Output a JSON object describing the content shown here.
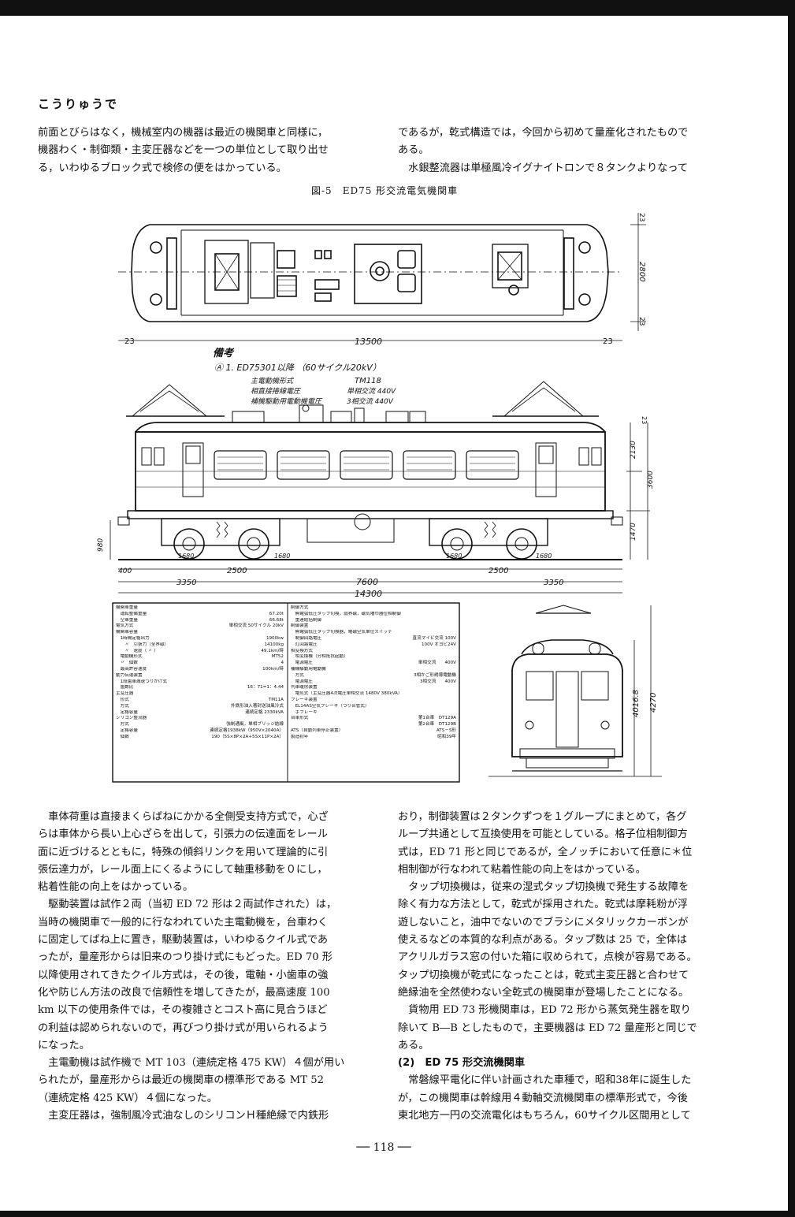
{
  "header": {
    "section": "こうりゅうで"
  },
  "top_left": {
    "lines": [
      "前面とびらはなく，機械室内の機器は最近の機関車と同様に，",
      "機器わく・制御類・主変圧器などを一つの単位として取り出せ",
      "る，いわゆるブロック式で検修の便をはかっている。"
    ]
  },
  "top_right": {
    "lines": [
      "であるが，乾式構造では，今回から初めて量産化されたもので",
      "ある。",
      "　水銀整流器は単極風冷イグナイトロンで８タンクよりなって"
    ]
  },
  "figure": {
    "caption": "図-5　ED75 形交流電気機関車",
    "dims": {
      "top_left": "23",
      "top_center": "13500",
      "top_right": "23",
      "right_top": "23",
      "right_width": "2800",
      "right_bottom": "23",
      "side_left": "980",
      "side_1680a": "1680",
      "side_1680b": "1680",
      "side_1680c": "1680",
      "side_1680d": "1680",
      "side_400": "400",
      "side_2500a": "2500",
      "side_2500b": "2500",
      "side_3350a": "3350",
      "side_3350b": "3350",
      "side_7600": "7600",
      "side_14300": "14300",
      "side_r23": "23",
      "side_2130": "2130",
      "side_3600": "3600",
      "side_1470": "1470",
      "front_4016": "4016.8",
      "front_4270": "4270"
    },
    "notes": {
      "title": "備考",
      "line1": "Ⓐ 1. ED75301以降 （60サイクル20kV）",
      "line2_label": "主電動機形式",
      "line2_value": "TM118",
      "line3_label": "相直接捲線電圧",
      "line3_value": "単相交流 440V",
      "line4_label": "補機駆動用電動機電圧",
      "line4_value": "3相交流 440V"
    }
  },
  "spec_left": [
    {
      "label": "機関車重量",
      "value": ""
    },
    {
      "label": "　運転整備重量",
      "value": "67.20t"
    },
    {
      "label": "　空車重量",
      "value": "66.68t"
    },
    {
      "label": "電気方式",
      "value": "単相交流 50サイクル 20kV"
    },
    {
      "label": "機関車容量",
      "value": ""
    },
    {
      "label": "　1時間定格出力",
      "value": "1900kw"
    },
    {
      "label": "　　〃　引張力（全界磁）",
      "value": "14100kg"
    },
    {
      "label": "　　〃　速度（ 〃 ）",
      "value": "49.1km/時"
    },
    {
      "label": "　電動機形式",
      "value": "MT52"
    },
    {
      "label": "　〃　個数",
      "value": "4"
    },
    {
      "label": "　最高許容速度",
      "value": "100km/時"
    },
    {
      "label": "動力伝達装置",
      "value": ""
    },
    {
      "label": "　1段歯車減速つりかけ式",
      "value": ""
    },
    {
      "label": "　歯数比",
      "value": "16：71=1：4.44"
    },
    {
      "label": "主変圧器",
      "value": ""
    },
    {
      "label": "　形式",
      "value": "TM11A"
    },
    {
      "label": "　方式",
      "value": "外鉄形油入著封送油風冷式"
    },
    {
      "label": "　定格容量",
      "value": "連続定格 2330kVA"
    },
    {
      "label": "シリコン整流器",
      "value": ""
    },
    {
      "label": "　方式",
      "value": "強制通風，単相ブリッジ結線"
    },
    {
      "label": "　定格容量",
      "value": "連続定格1938kW（950V×2040A）"
    },
    {
      "label": "　個数",
      "value": "190（5S×8P×2A+5S×11P×2A）"
    }
  ],
  "spec_right": [
    {
      "label": "制御方式",
      "value": ""
    },
    {
      "label": "　無電弧低圧タップ切換，弱界磁，磁気増巾器位相制御",
      "value": ""
    },
    {
      "label": "　重連総括制御",
      "value": ""
    },
    {
      "label": "制御装置",
      "value": ""
    },
    {
      "label": "　無電弧低圧タップ切換器，電磁空気単位スイッチ",
      "value": ""
    },
    {
      "label": "　制御回路電圧",
      "value": "直流マイビ交流 100V"
    },
    {
      "label": "　灯回路電圧",
      "value": "100V オヨビ24V"
    },
    {
      "label": "相変換方式",
      "value": ""
    },
    {
      "label": "　相変換機（分相抵抗起動）",
      "value": ""
    },
    {
      "label": "　電源電圧",
      "value": "単相交流　　400V"
    },
    {
      "label": "補機駆動用電動機",
      "value": ""
    },
    {
      "label": "　方式",
      "value": "3相かご形誘導電動機"
    },
    {
      "label": "　電源電圧",
      "value": "3相交流　　400V"
    },
    {
      "label": "列車暖房装置",
      "value": ""
    },
    {
      "label": "　電気式（主変圧器4次電圧単相交流 1480V 380kVA）",
      "value": ""
    },
    {
      "label": "ブレーキ装置",
      "value": ""
    },
    {
      "label": "　EL14AS空気ブレーキ（つり合管式）",
      "value": ""
    },
    {
      "label": "　手ブレーキ",
      "value": ""
    },
    {
      "label": "台車形式",
      "value": "第1台車　DT129A"
    },
    {
      "label": "",
      "value": "第2台車　DT129B"
    },
    {
      "label": "ATS（自動列車停止装置）",
      "value": "ATS－S形"
    },
    {
      "label": "製造初年",
      "value": "昭和39年"
    }
  ],
  "body_left": {
    "lines": [
      "　車体荷重は直接まくらばねにかかる全側受支持方式で，心ざ",
      "らは車体から長い上心ざらを出して，引張力の伝達面をレール",
      "面に近づけるとともに，特殊の傾斜リンクを用いて理論的に引",
      "張伝達力が，レール面上にくるようにして軸重移動を０にし，",
      "粘着性能の向上をはかっている。",
      "　駆動装置は試作２両（当初 ED 72 形は２両試作された）は，",
      "当時の機関車で一般的に行なわれていた主電動機を，台車わく",
      "に固定してばね上に置き，駆動装置は，いわゆるクイル式であ",
      "ったが，量産形からは旧来のつり掛け式にもどった。ED 70 形",
      "以降使用されてきたクイル方式は，その後，電軸・小歯車の強",
      "化や防じん方法の改良で信頼性を増してきたが，最高速度 100",
      "km 以下の使用条件では，その複雑さとコスト高に見合うほど",
      "の利益は認められないので，再びつり掛け式が用いられるよう",
      "になった。",
      "　主電動機は試作機で MT 103（連続定格 475 KW）４個が用い",
      "られたが，量産形からは最近の機関車の標準形である MT 52",
      "（連続定格 425 KW）４個になった。",
      "　主変圧器は，強制風冷式油なしのシリコンＨ種絶縁で内鉄形"
    ]
  },
  "body_right": {
    "lines": [
      "おり，制御装置は２タンクずつを１グループにまとめて，各グ",
      "ループ共通として互換使用を可能としている。格子位相制御方",
      "式は，ED 71 形と同じであるが，全ノッチにおいて任意に＊位",
      "相制御が行なわれて粘着性能の向上をはかっている。",
      "　タップ切換機は，従来の湿式タップ切換機で発生する故障を",
      "除く有力な方法として，乾式が採用された。乾式は摩耗粉が浮",
      "遊しないこと，油中でないのでブラシにメタリックカーボンが",
      "使えるなどの本質的な利点がある。タップ数は 25 で，全体は",
      "アクリルガラス窓の付いた箱に収められて，点検が容易である。",
      "タップ切換機が乾式になったことは，乾式主変圧器と合わせて",
      "絶縁油を全然使わない全乾式の機関車が登場したことになる。",
      "　貨物用 ED 73 形機関車は，ED 72 形から蒸気発生器を取り",
      "除いて B―B としたもので，主要機器は ED 72 量産形と同じで",
      "ある。"
    ],
    "subheading": "(2)　ED 75 形交流機関車",
    "after": [
      "　常磐線平電化に伴い計画された車種で，昭和38年に誕生した",
      "が，この機関車は幹線用４動軸交流機関車の標準形式で，今後",
      "東北地方一円の交流電化はもちろん，60サイクル区間用として"
    ]
  },
  "page_number": "── 118 ──"
}
